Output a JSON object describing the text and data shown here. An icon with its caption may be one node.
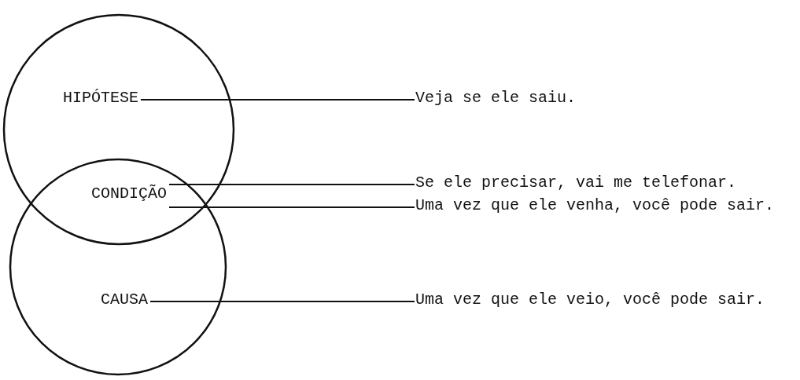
{
  "diagram": {
    "nodes": [
      {
        "text": [
          "HIPÓTESE"
        ]
      },
      {
        "text": [
          "Veja se ele saiu."
        ]
      },
      {
        "text": [
          "CONDIÇÃO"
        ]
      },
      {
        "text": [
          "Se ele precisar, vai me telefonar."
        ]
      },
      {
        "text": [
          "Uma vez que ele venha, você pode sair."
        ]
      },
      {
        "text": [
          "CAUSA"
        ]
      },
      {
        "text": [
          "Uma vez que ele veio, você pode sair."
        ]
      }
    ],
    "edges": [
      {
        "from": 0,
        "to": 1,
        "arrow": "none"
      },
      {
        "from": 2,
        "to": 3,
        "arrow": "none"
      },
      {
        "from": 2,
        "to": 4,
        "arrow": "none"
      },
      {
        "from": 5,
        "to": 6,
        "arrow": "none"
      }
    ]
  }
}
